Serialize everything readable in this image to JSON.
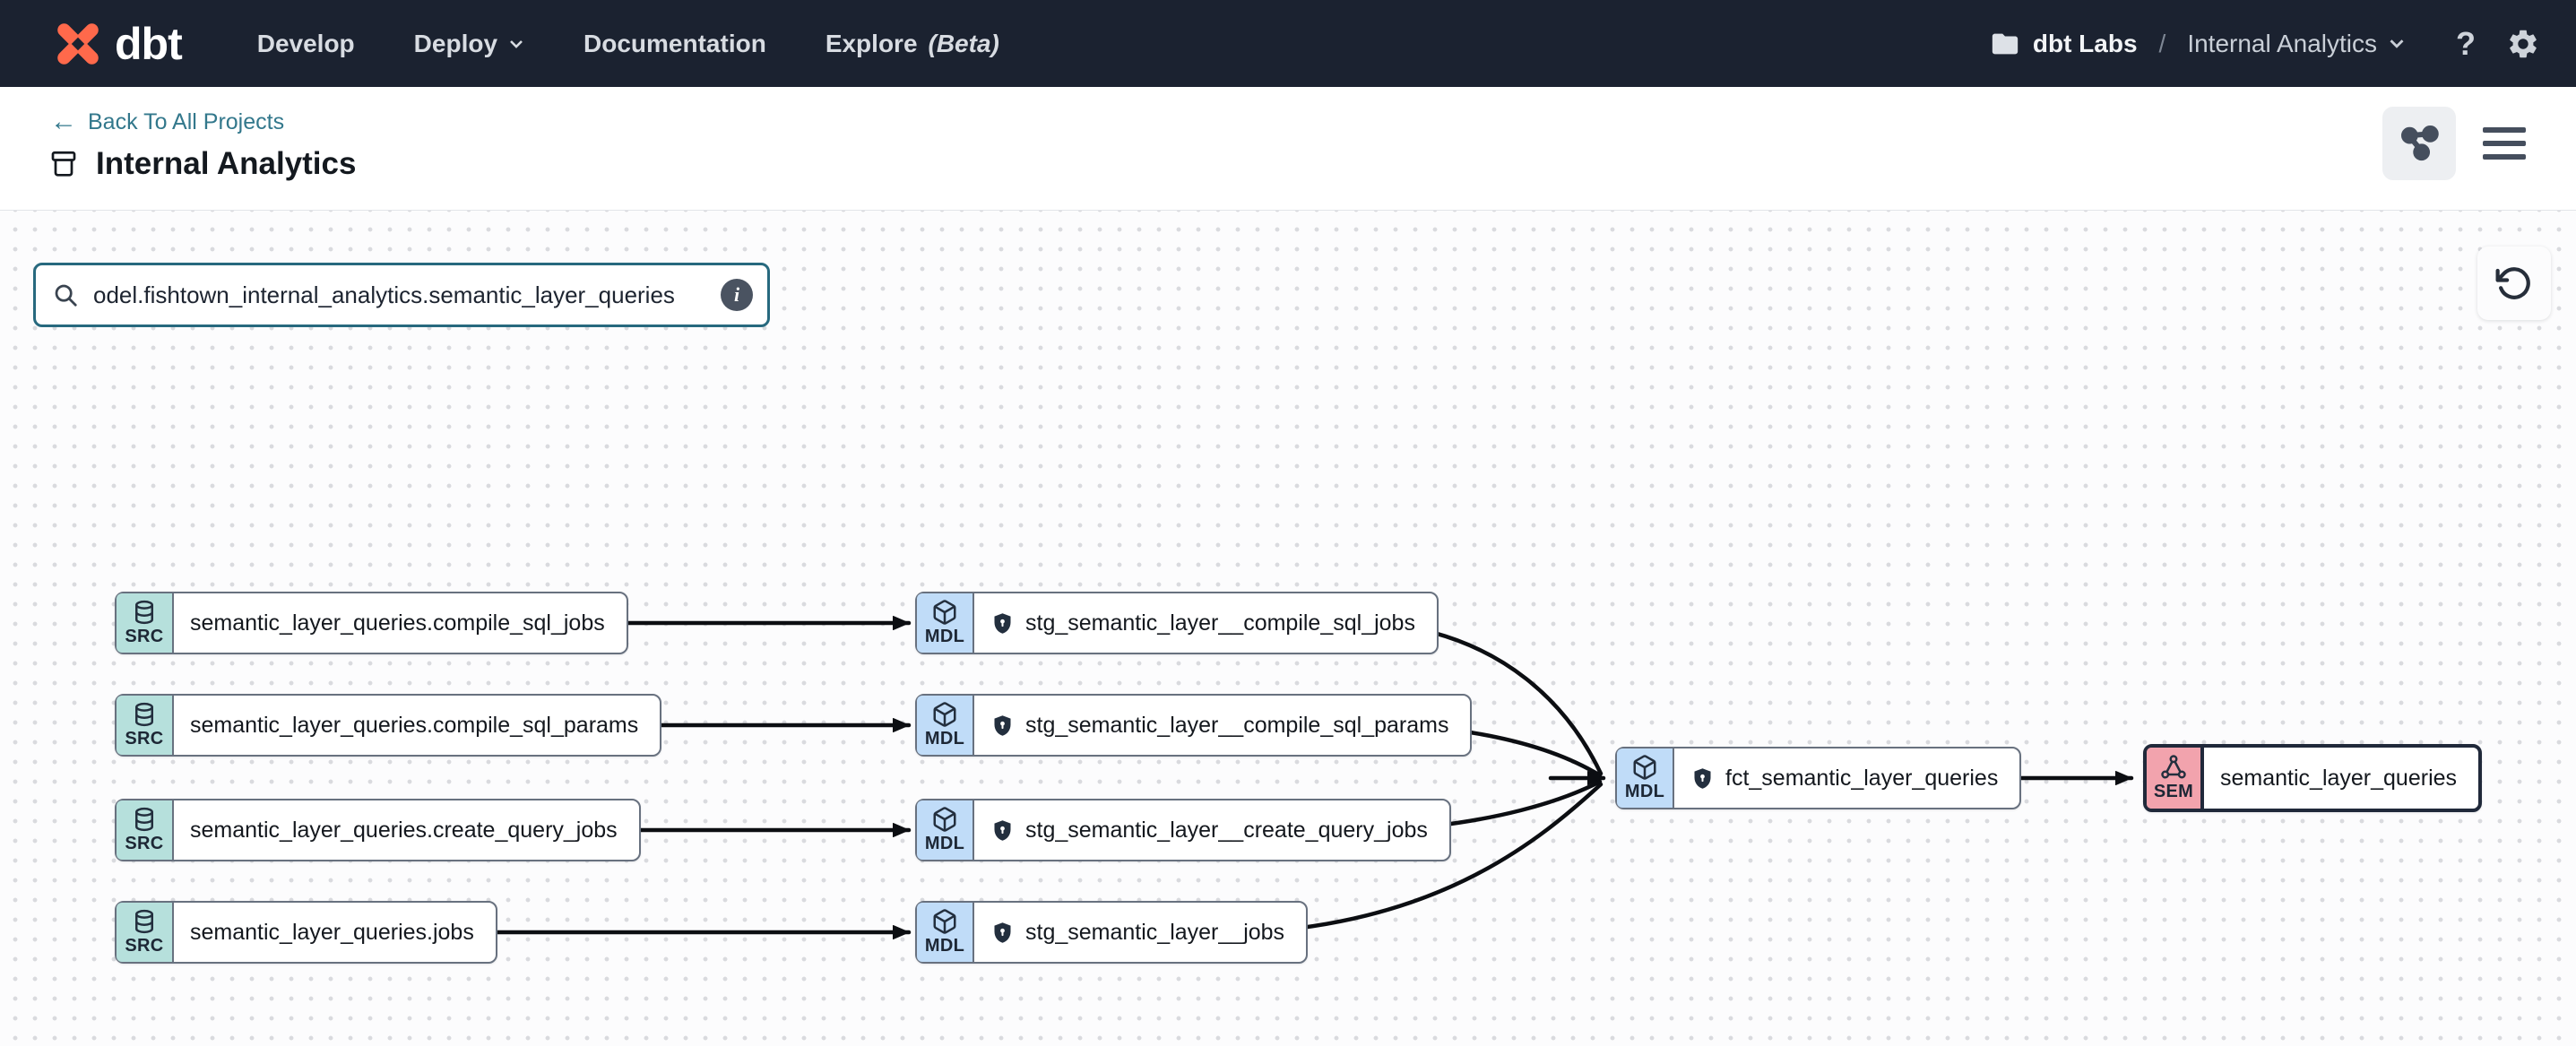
{
  "topnav": {
    "logo_text": "dbt",
    "items": [
      {
        "label": "Develop"
      },
      {
        "label": "Deploy"
      },
      {
        "label": "Documentation"
      },
      {
        "label": "Explore",
        "badge": "(Beta)"
      }
    ],
    "account": "dbt Labs",
    "separator": "/",
    "project": "Internal Analytics",
    "help_glyph": "?"
  },
  "subheader": {
    "back_arrow": "←",
    "back_label": "Back To All Projects",
    "title": "Internal Analytics"
  },
  "canvas": {
    "search_value": "odel.fishtown_internal_analytics.semantic_layer_queries",
    "info_glyph": "i"
  },
  "graph": {
    "sources": [
      {
        "badge": "SRC",
        "label": "semantic_layer_queries.compile_sql_jobs"
      },
      {
        "badge": "SRC",
        "label": "semantic_layer_queries.compile_sql_params"
      },
      {
        "badge": "SRC",
        "label": "semantic_layer_queries.create_query_jobs"
      },
      {
        "badge": "SRC",
        "label": "semantic_layer_queries.jobs"
      }
    ],
    "staging": [
      {
        "badge": "MDL",
        "label": "stg_semantic_layer__compile_sql_jobs",
        "tested": true
      },
      {
        "badge": "MDL",
        "label": "stg_semantic_layer__compile_sql_params",
        "tested": true
      },
      {
        "badge": "MDL",
        "label": "stg_semantic_layer__create_query_jobs",
        "tested": true
      },
      {
        "badge": "MDL",
        "label": "stg_semantic_layer__jobs",
        "tested": true
      }
    ],
    "fct": {
      "badge": "MDL",
      "label": "fct_semantic_layer_queries",
      "tested": true
    },
    "sem": {
      "badge": "SEM",
      "label": "semantic_layer_queries",
      "selected": true
    }
  },
  "colors": {
    "brand_orange": "#ff694b",
    "nav_bg": "#1b2230",
    "accent_teal": "#33788c",
    "search_border": "#27697e",
    "source_badge_bg": "#b6e0dc",
    "model_badge_bg": "#c0dcf8",
    "semantic_badge_bg": "#f2a3ad",
    "edge": "#0c0e12",
    "spellcheck_underline": "#e2563f"
  }
}
